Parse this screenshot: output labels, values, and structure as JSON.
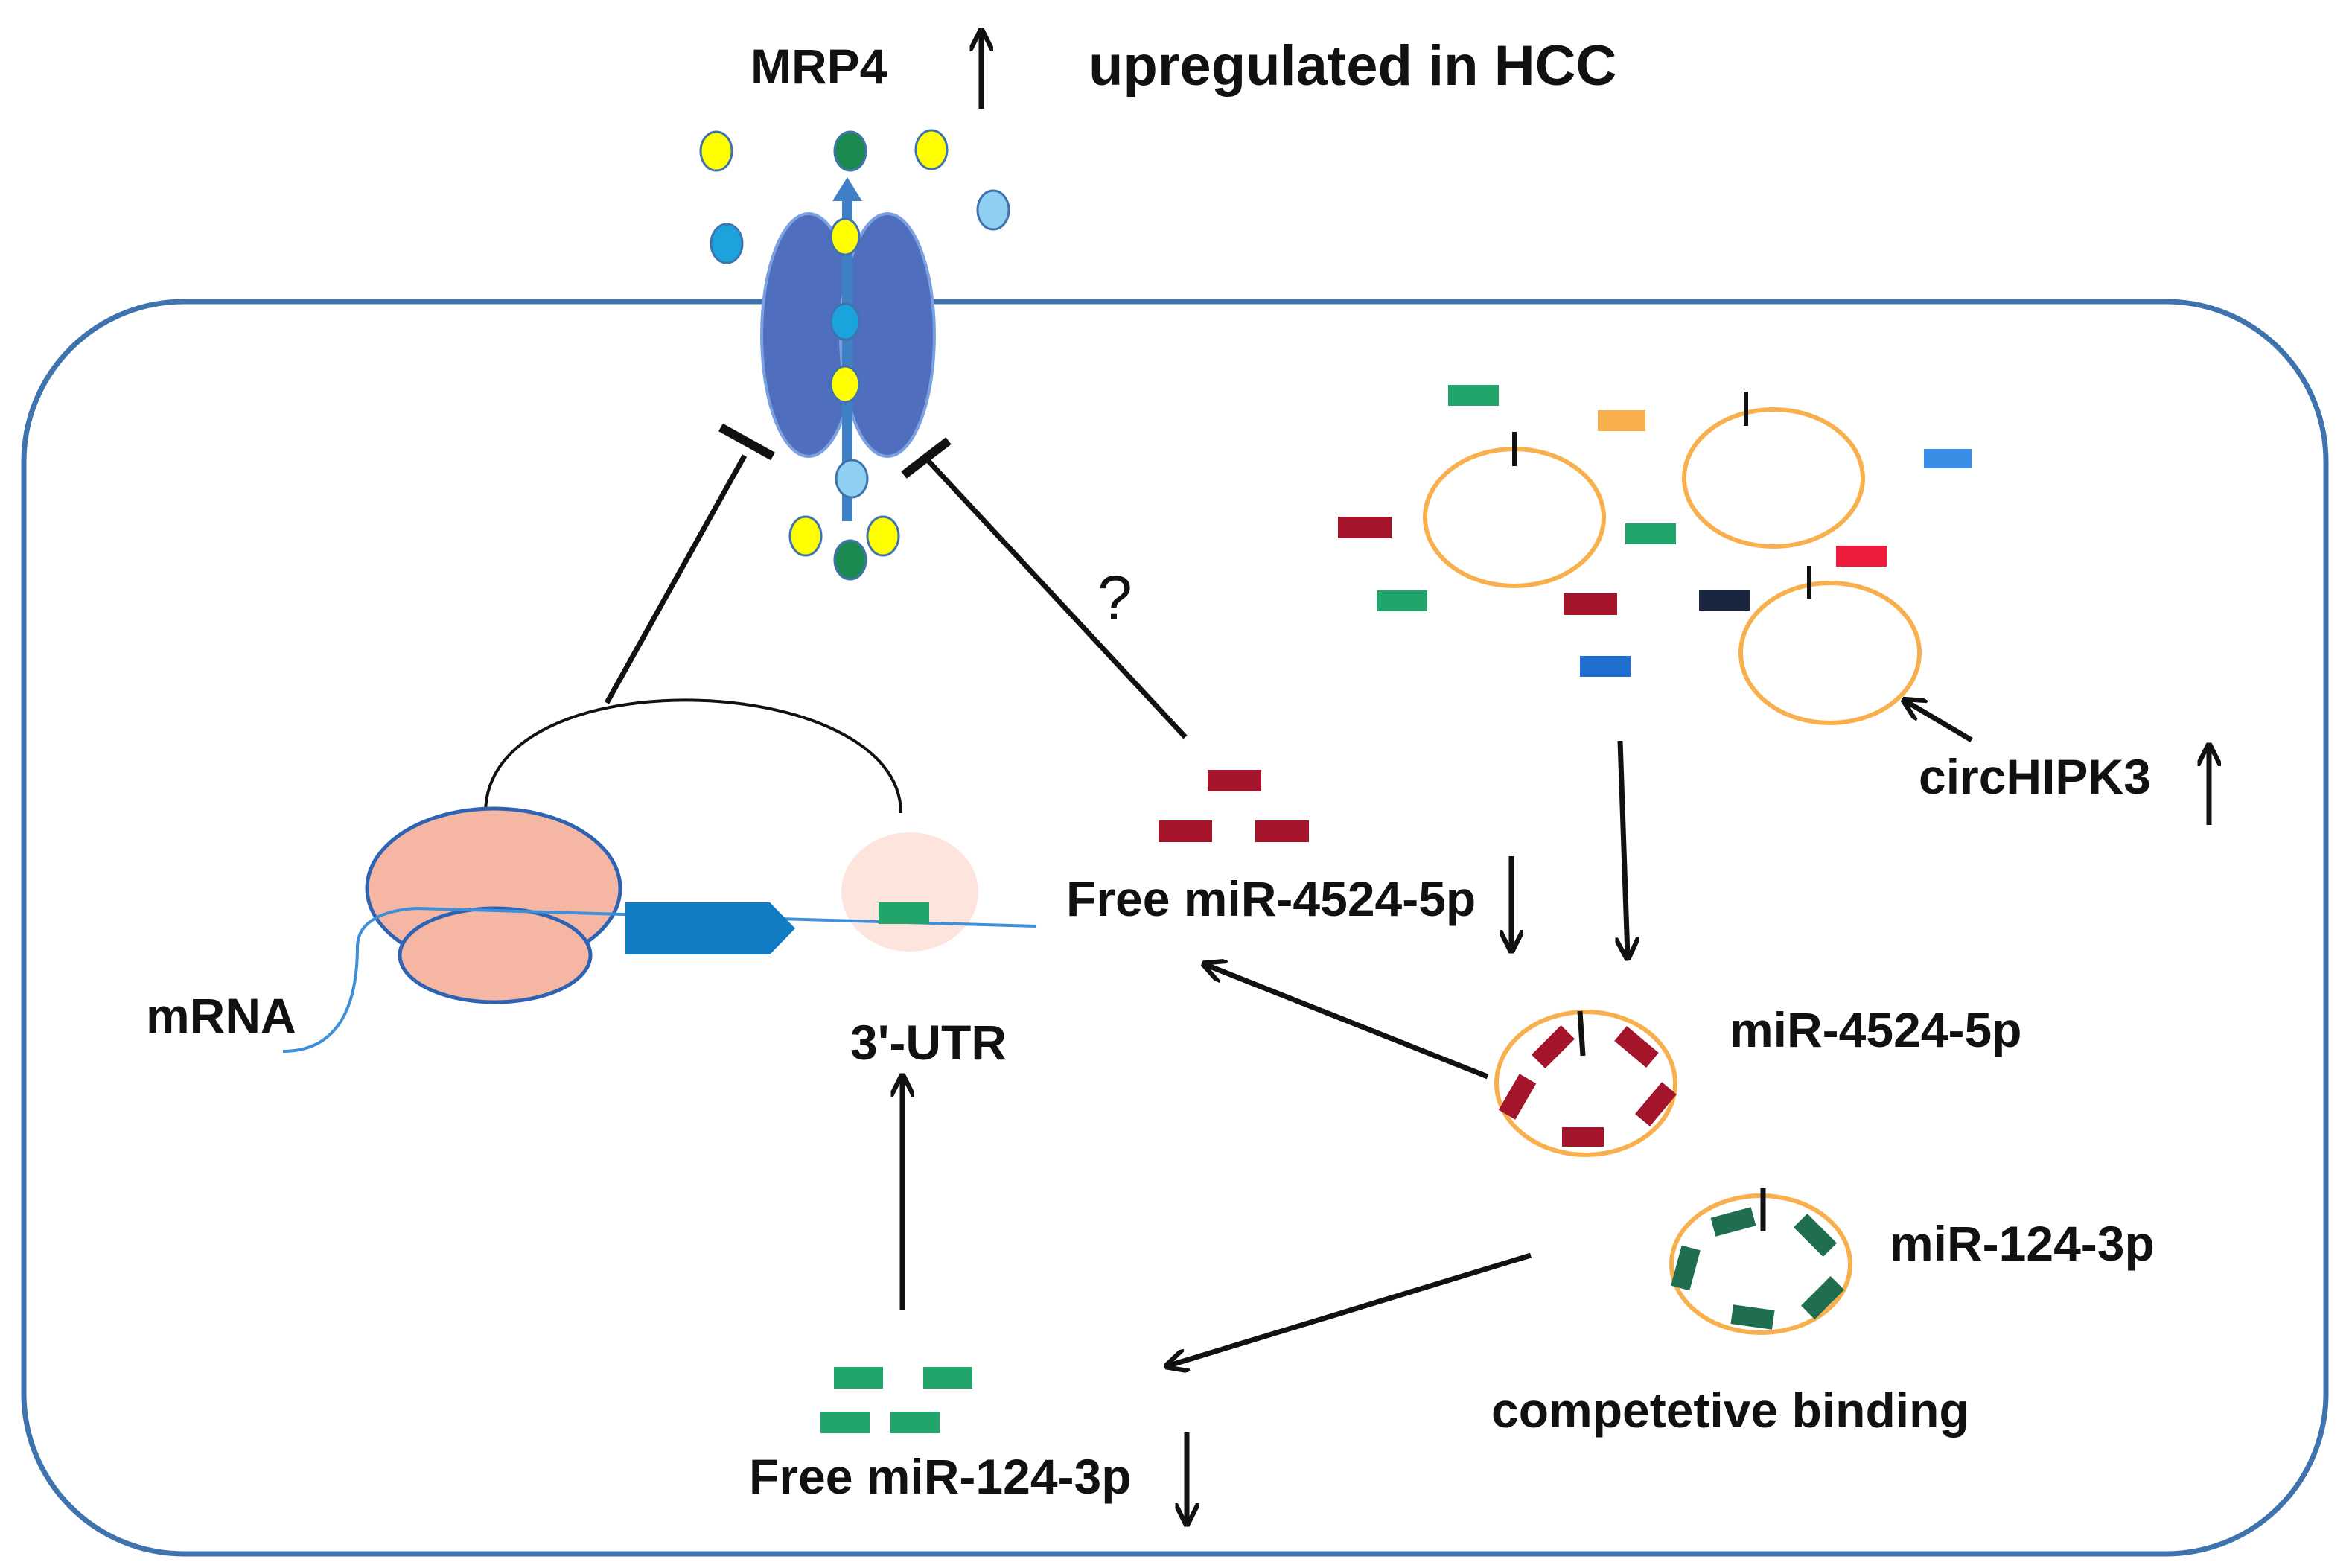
{
  "labels": {
    "mrp4": "MRP4",
    "upregulated": "upregulated in HCC",
    "question": "?",
    "mrna": "mRNA",
    "utr": "3'-UTR",
    "free_mir4524": "Free miR-4524-5p",
    "mir4524": "miR-4524-5p",
    "mir124": "miR-124-3p",
    "circhipk3": "circHIPK3",
    "competitive": "competetive binding",
    "free_mir124": "Free miR-124-3p"
  },
  "colors": {
    "cell_membrane": "#3f73ad",
    "transporter": "#4f6fbe",
    "ribosome": "#f5b7a3",
    "cds": "#0f7cc4",
    "circ_rna": "#f7b04d",
    "mir4524": "#a4152b",
    "mir124": "#1f6e4f",
    "free_mir124": "#22a56a",
    "inhibit": "#111111"
  }
}
